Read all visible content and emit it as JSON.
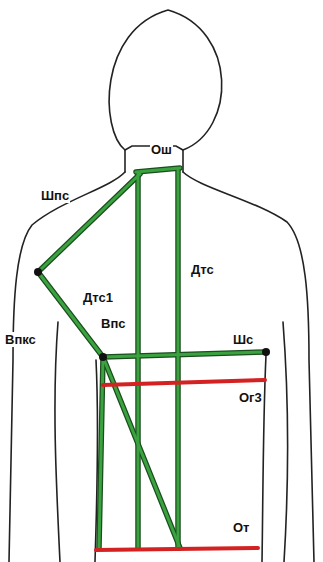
{
  "diagram": {
    "labels": [
      "Ош",
      "Шпс",
      "Дтс1",
      "Дтс",
      "Впс",
      "Впкс",
      "Шс",
      "Ог3",
      "От"
    ]
  }
}
